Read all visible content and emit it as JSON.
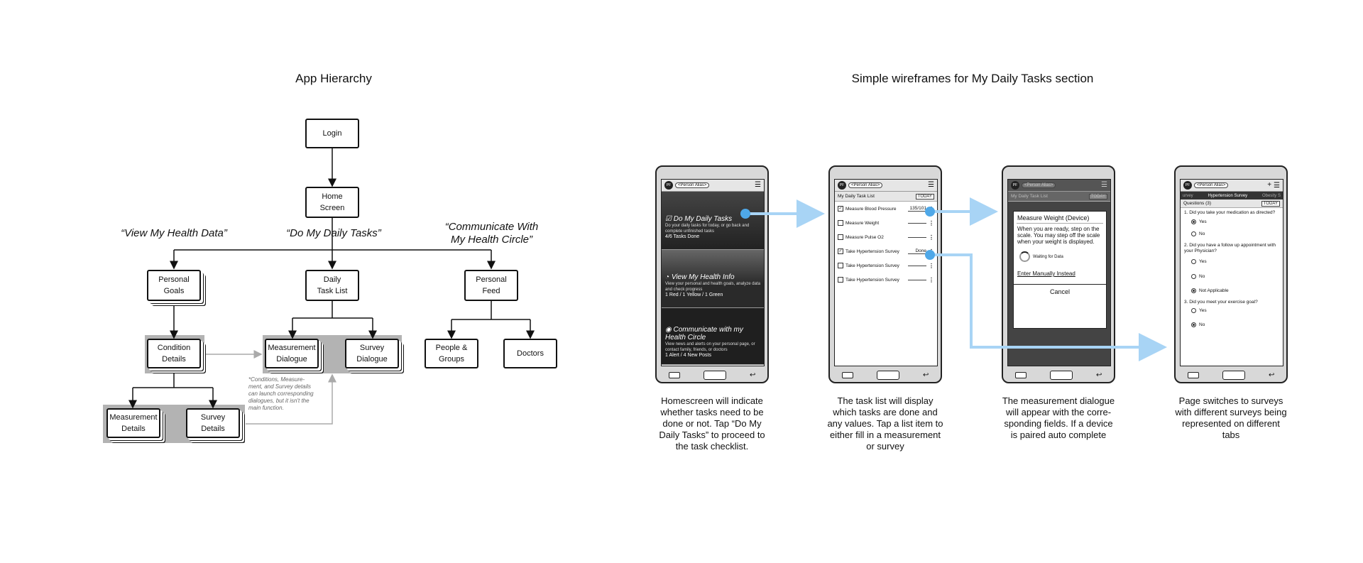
{
  "hierarchy": {
    "title": "App Hierarchy",
    "login": "Login",
    "home": "Home\nScreen",
    "quote_health": "“View My Health Data”",
    "quote_tasks": "“Do My Daily Tasks”",
    "quote_circle": "“Communicate With\nMy Health Circle”",
    "personal_goals": "Personal\nGoals",
    "daily_task_list": "Daily\nTask List",
    "personal_feed": "Personal\nFeed",
    "condition_details": "Condition\nDetails",
    "measurement_dialogue": "Measurement\nDialogue",
    "survey_dialogue": "Survey\nDialogue",
    "people_groups": "People &\nGroups",
    "doctors": "Doctors",
    "measurement_details": "Measurement\nDetails",
    "survey_details": "Survey\nDetails",
    "note": "*Conditions, Measure-\nment, and Survey details\ncan launch corresponding\ndialogues, but it isn't the\nmain function."
  },
  "wireframes": {
    "title": "Simple wireframes for My Daily Tasks section",
    "alias": "<Person Alias>",
    "avatar": "PF",
    "home": {
      "tile1_title": "Do My Daily Tasks",
      "tile1_desc": "Do your daily tasks for today, or go back and complete unfinished tasks",
      "tile1_status": "4/6 Tasks Done",
      "tile2_title": "View My Health Info",
      "tile2_desc": "View your personal and health goals, analyze data and check progress",
      "tile2_status": "1 Red / 1 Yellow / 1 Green",
      "tile3_title": "Communicate with my Health Circle",
      "tile3_desc": "View news and alerts on your personal page, or contact family, friends, or doctors",
      "tile3_status": "1 Alert / 4 New Posts"
    },
    "tasklist": {
      "header": "My Daily Task List",
      "today": "TODAY",
      "rows": [
        {
          "label": "Measure Blood Pressure",
          "value": "135/101",
          "checked": true
        },
        {
          "label": "Measure Weight",
          "value": "",
          "checked": false
        },
        {
          "label": "Measure Pulse O2",
          "value": "",
          "checked": false
        },
        {
          "label": "Take Hypertension Survey",
          "value": "Done",
          "checked": true
        },
        {
          "label": "Take Hypertension Survey",
          "value": "",
          "checked": false
        },
        {
          "label": "Take Hypertension Survey",
          "value": "",
          "checked": false
        }
      ]
    },
    "dialog": {
      "title": "Measure Weight (Device)",
      "body": "When you are ready, step on the scale. You may step off the scale when your weight is displayed.",
      "waiting": "Waiting for Data",
      "manual": "Enter Manually Instead",
      "cancel": "Cancel"
    },
    "survey": {
      "tab_prev": "urvey",
      "tab_active": "Hypertension Survey",
      "tab_next": "Obesity S",
      "questions_label": "Questions (3)",
      "q1": "1. Did you take your medication as directed?",
      "q1_opts": [
        "Yes",
        "No"
      ],
      "q2": "2. Did you have a follow up appointment with your Physician?",
      "q2_opts": [
        "Yes",
        "No",
        "Not Applicable"
      ],
      "q3": "3. Did you meet your exercise goal?",
      "q3_opts": [
        "Yes",
        "No"
      ]
    },
    "captions": [
      "Homescreen will indicate\nwhether tasks need to be\ndone or not. Tap “Do My\nDaily Tasks” to proceed to\nthe task checklist.",
      "The task list will display\nwhich tasks are done and\nany values. Tap a list item to\neither fill in a measurement\nor survey",
      "The measurement dialogue\nwill appear with the corre-\nsponding fields. If a device\nis paired auto complete",
      "Page switches to surveys\nwith different surveys being\nrepresented on different\ntabs"
    ],
    "colors": {
      "arrow": "#a8d4f5",
      "dot": "#4fa8e8",
      "group_bg": "#b3b3b3"
    }
  }
}
